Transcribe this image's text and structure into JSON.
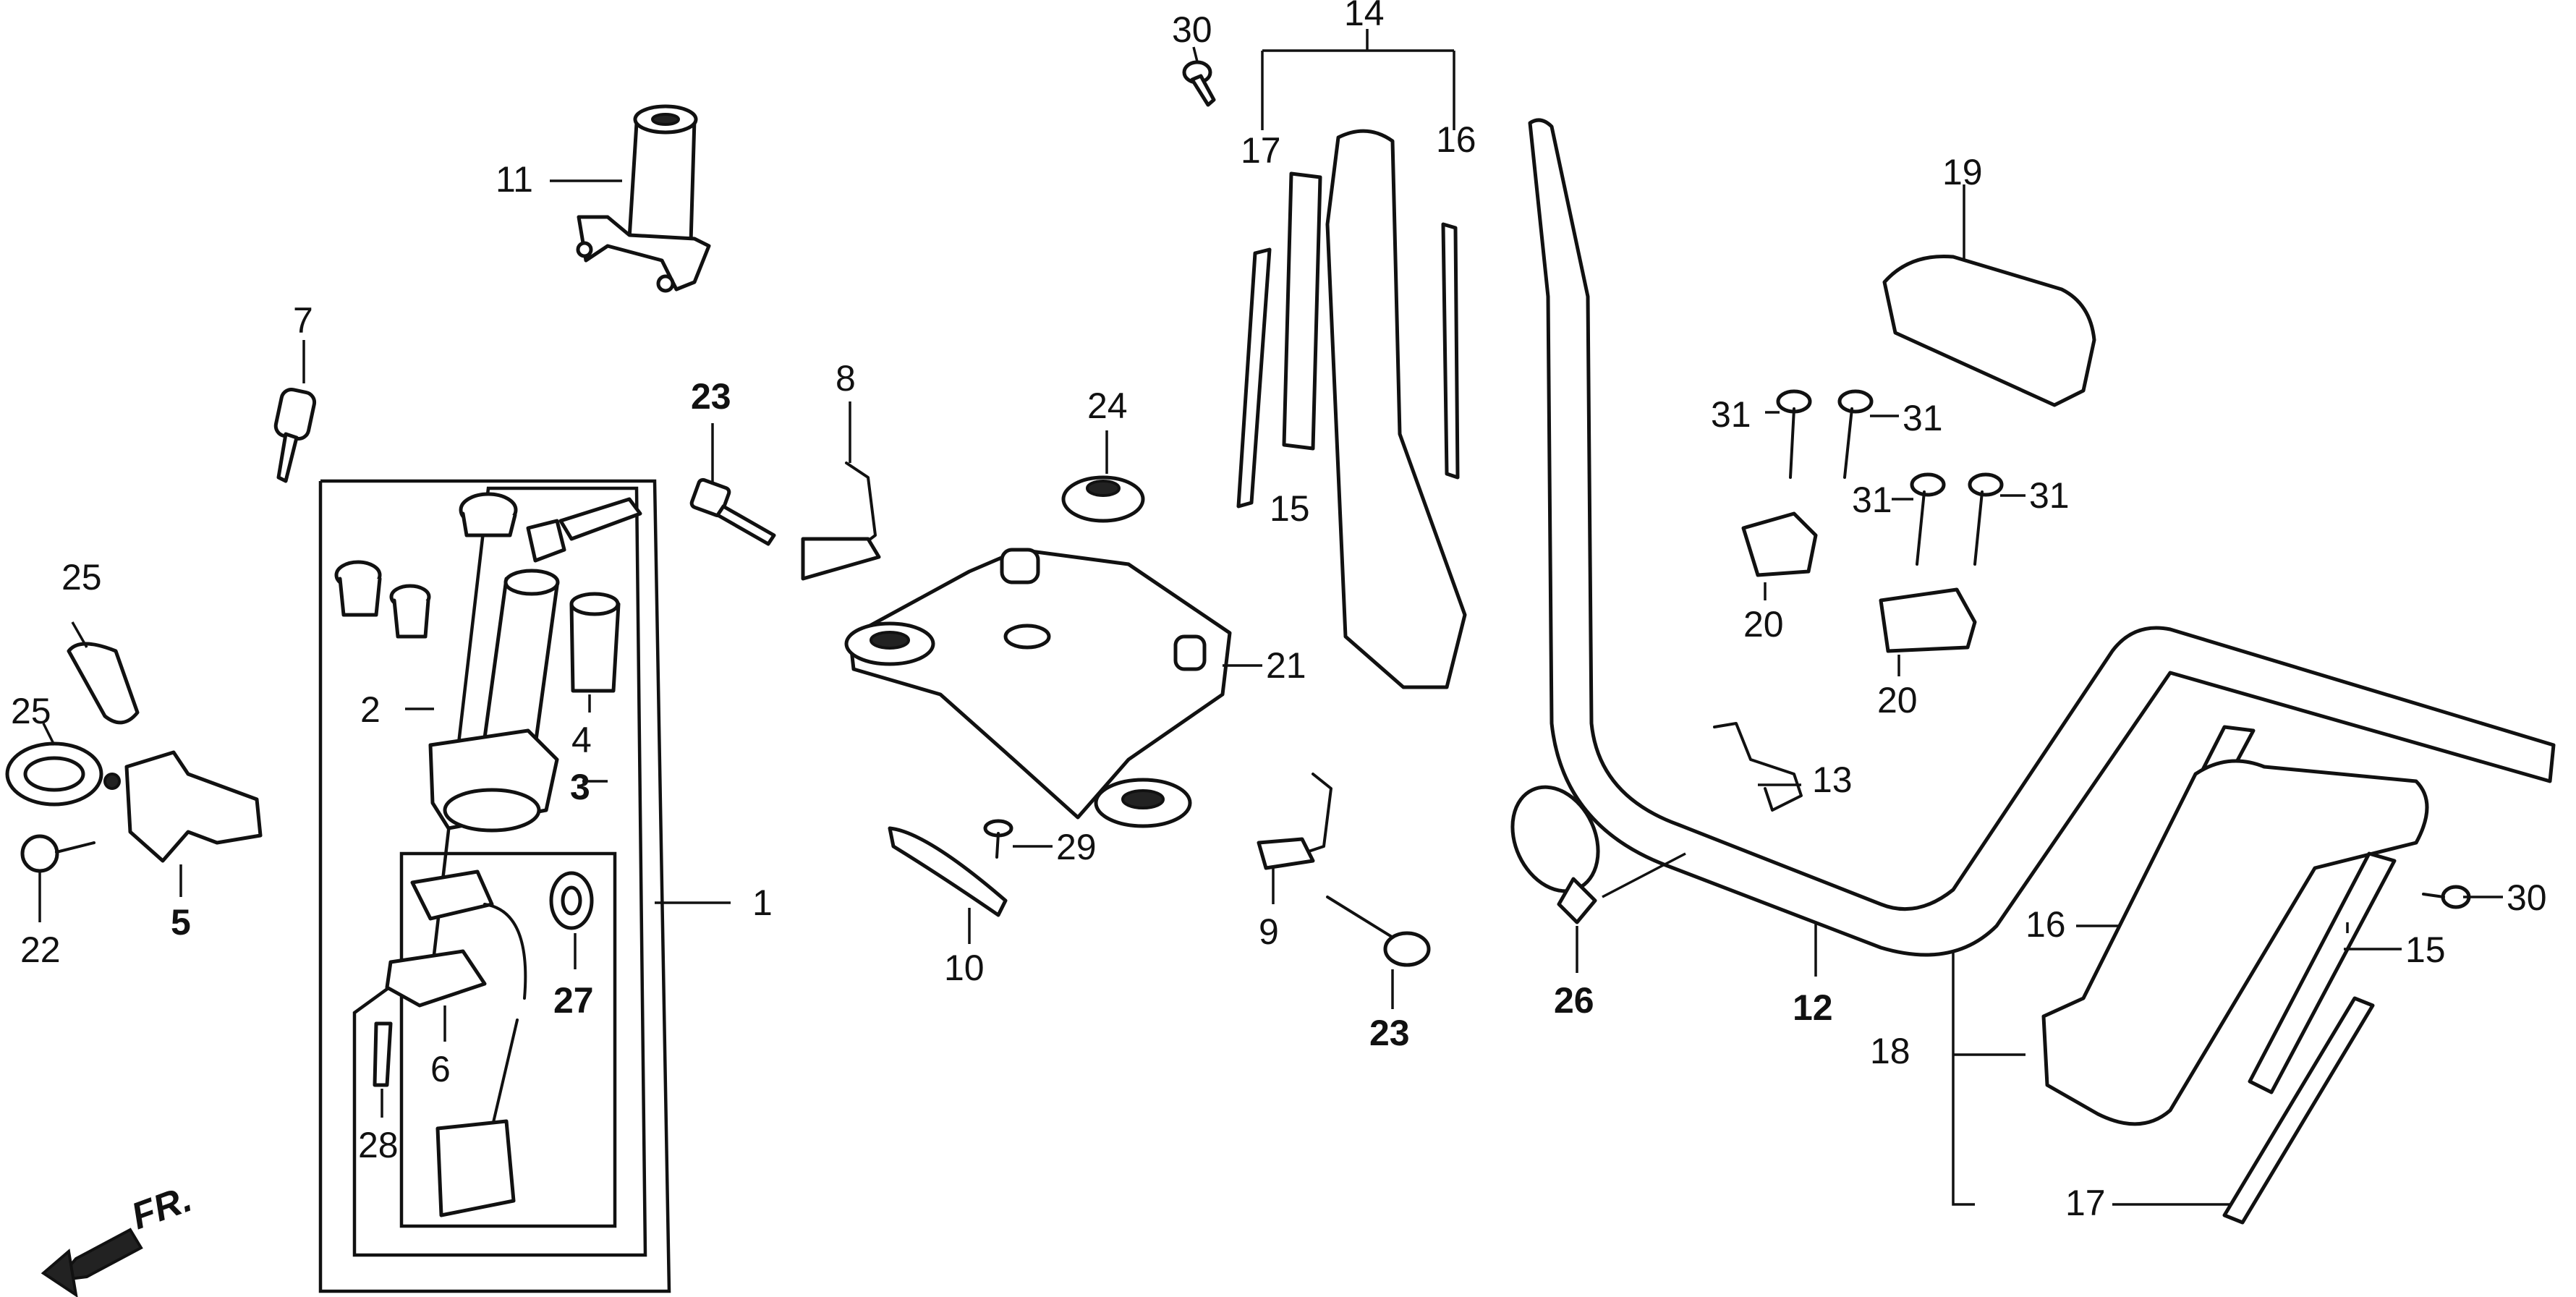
{
  "diagram": {
    "callouts": {
      "c1": "1",
      "c2": "2",
      "c3": "3",
      "c4": "4",
      "c5": "5",
      "c6": "6",
      "c7": "7",
      "c8": "8",
      "c9": "9",
      "c10": "10",
      "c11": "11",
      "c12": "12",
      "c13": "13",
      "c14": "14",
      "c15a": "15",
      "c15b": "15",
      "c16a": "16",
      "c16b": "16",
      "c17a": "17",
      "c17b": "17",
      "c18": "18",
      "c19": "19",
      "c20a": "20",
      "c20b": "20",
      "c21": "21",
      "c22": "22",
      "c23a": "23",
      "c23b": "23",
      "c24": "24",
      "c25a": "25",
      "c25b": "25",
      "c26": "26",
      "c27": "27",
      "c28": "28",
      "c29": "29",
      "c30a": "30",
      "c30b": "30",
      "c31a": "31",
      "c31b": "31",
      "c31c": "31",
      "c31d": "31"
    },
    "direction_label": "FR."
  }
}
